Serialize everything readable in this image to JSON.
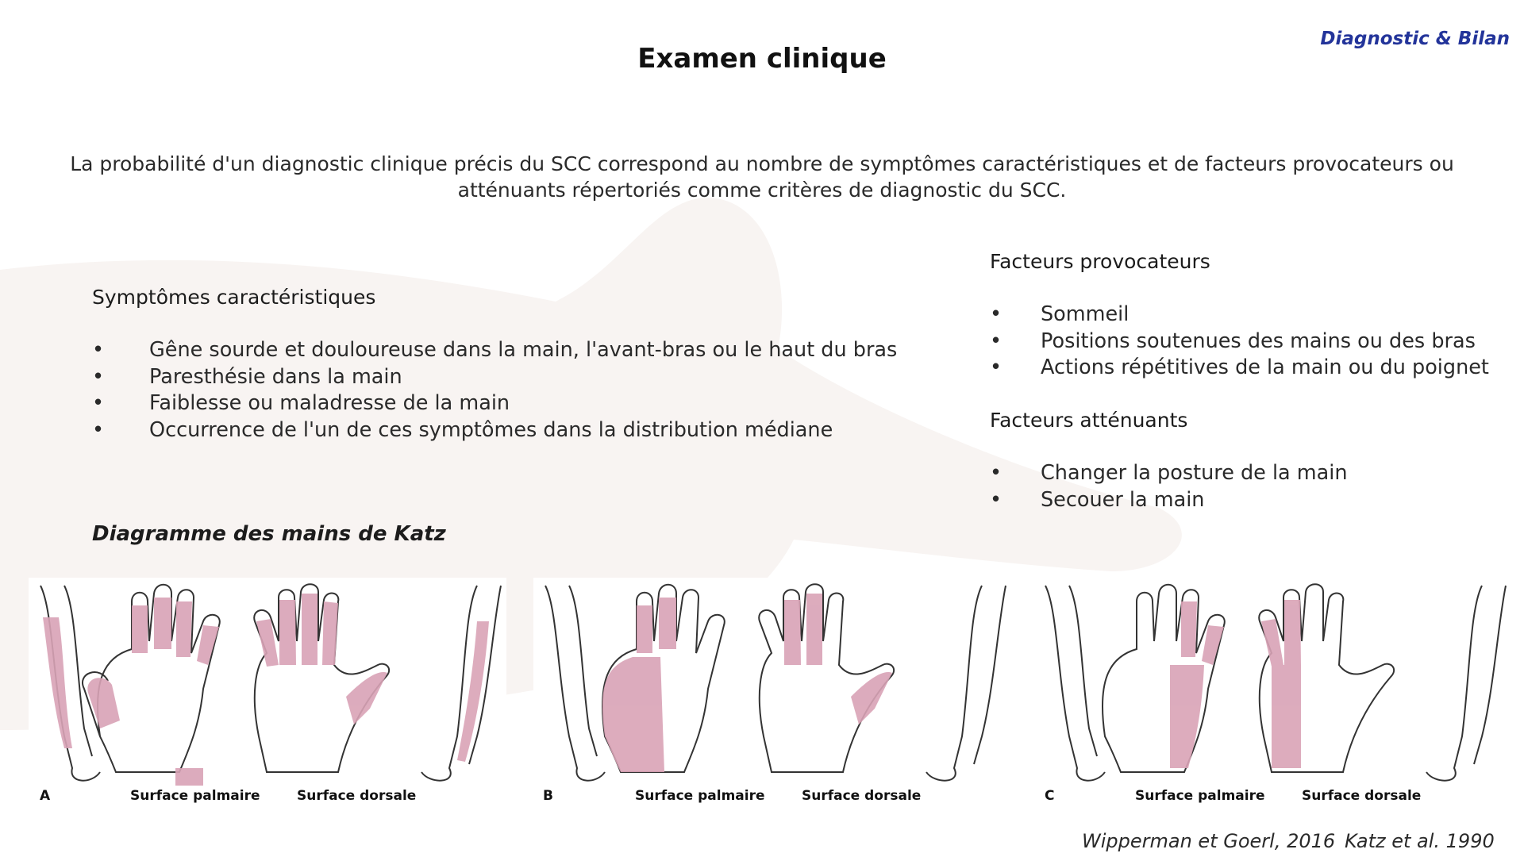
{
  "header": {
    "corner_tag": "Diagnostic & Bilan",
    "title": "Examen clinique"
  },
  "intro_text": "La probabilité d'un diagnostic clinique précis du SCC correspond au nombre de symptômes caractéristiques et de facteurs provocateurs ou atténuants répertoriés comme critères de diagnostic du SCC.",
  "symptoms": {
    "heading": "Symptômes caractéristiques",
    "bullet": "•",
    "items": [
      "Gêne sourde et douloureuse dans la main, l'avant-bras ou le haut du bras",
      "Paresthésie dans la main",
      "Faiblesse ou maladresse de la main",
      "Occurrence de l'un de ces symptômes dans la distribution médiane"
    ]
  },
  "provocative": {
    "heading": "Facteurs provocateurs",
    "items": [
      "Sommeil",
      "Positions soutenues des mains ou des bras",
      "Actions répétitives de la main ou du poignet"
    ]
  },
  "mitigating": {
    "heading": "Facteurs atténuants",
    "items": [
      "Changer la posture de la main",
      "Secouer la main"
    ]
  },
  "katz": {
    "title": "Diagramme des mains de Katz",
    "shading_color": "#d9a3b6",
    "panels": [
      {
        "letter": "A",
        "palmar_label": "Surface palmaire",
        "dorsal_label": "Surface dorsale"
      },
      {
        "letter": "B",
        "palmar_label": "Surface palmaire",
        "dorsal_label": "Surface dorsale"
      },
      {
        "letter": "C",
        "palmar_label": "Surface palmaire",
        "dorsal_label": "Surface dorsale"
      }
    ]
  },
  "citations": {
    "first": "Wipperman et Goerl, 2016",
    "second": "Katz et al. 1990"
  },
  "colors": {
    "accent": "#23349a",
    "text": "#2a2a2a"
  }
}
